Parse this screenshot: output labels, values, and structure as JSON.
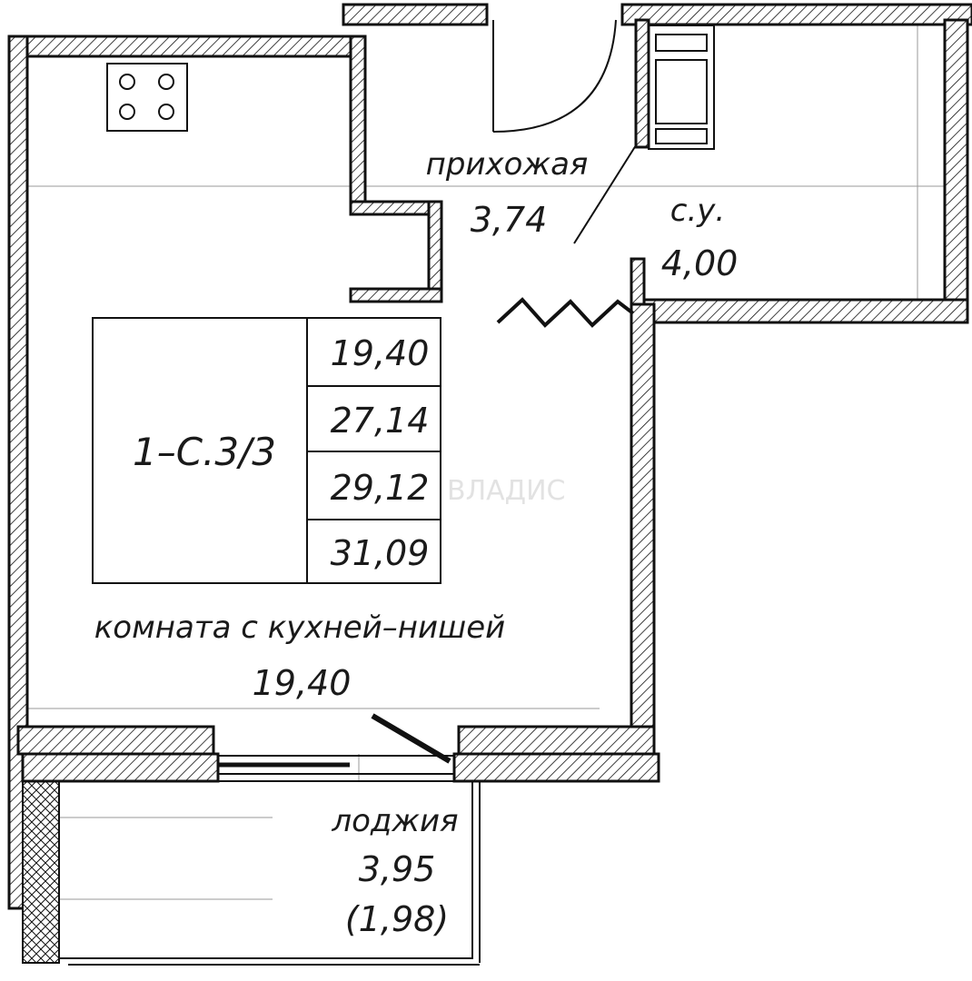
{
  "rooms": {
    "hallway": {
      "name": "прихожая",
      "area": "3,74"
    },
    "bathroom": {
      "name": "с.у.",
      "area": "4,00"
    },
    "living": {
      "name": "комната с кухней–нишей",
      "area": "19,40"
    },
    "loggia": {
      "name": "лоджия",
      "area": "3,95",
      "area_reduced": "(1,98)"
    }
  },
  "summary": {
    "code": "1–С.3/3",
    "values": [
      "19,40",
      "27,14",
      "29,12",
      "31,09"
    ]
  },
  "watermark": "ВЛАДИС",
  "colors": {
    "line": "#111111",
    "hatch": "#111111",
    "guide": "#9a9a9a"
  }
}
